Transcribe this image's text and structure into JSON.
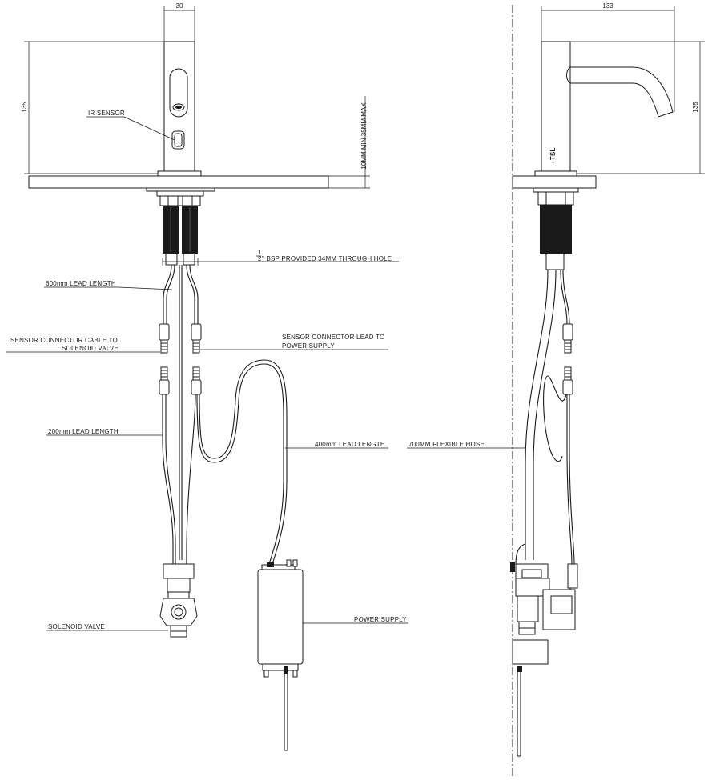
{
  "dimensions": {
    "spout_width": "30",
    "height_left": "135",
    "depth_side": "133",
    "height_right": "135"
  },
  "labels": {
    "ir_sensor": "IR SENSOR",
    "deck_thickness": "10MM MIN 35MM MAX",
    "bsp_fraction_num": "1",
    "bsp_fraction_den": "2",
    "bsp_note": "\" BSP PROVIDED 34MM THROUGH HOLE",
    "lead_600": "600mm LEAD LENGTH",
    "sensor_cable_line1": "SENSOR CONNECTOR CABLE TO",
    "sensor_cable_line2": "SOLENOID VALVE",
    "sensor_lead_line1": "SENSOR CONNECTOR LEAD TO",
    "sensor_lead_line2": "POWER SUPPLY",
    "lead_200": "200mm LEAD LENGTH",
    "lead_400": "400mm LEAD LENGTH",
    "flex_hose": "700MM FLEXIBLE HOSE",
    "solenoid_valve": "SOLENOID VALVE",
    "power_supply": "POWER SUPPLY",
    "brand_mark": "+TSL"
  }
}
